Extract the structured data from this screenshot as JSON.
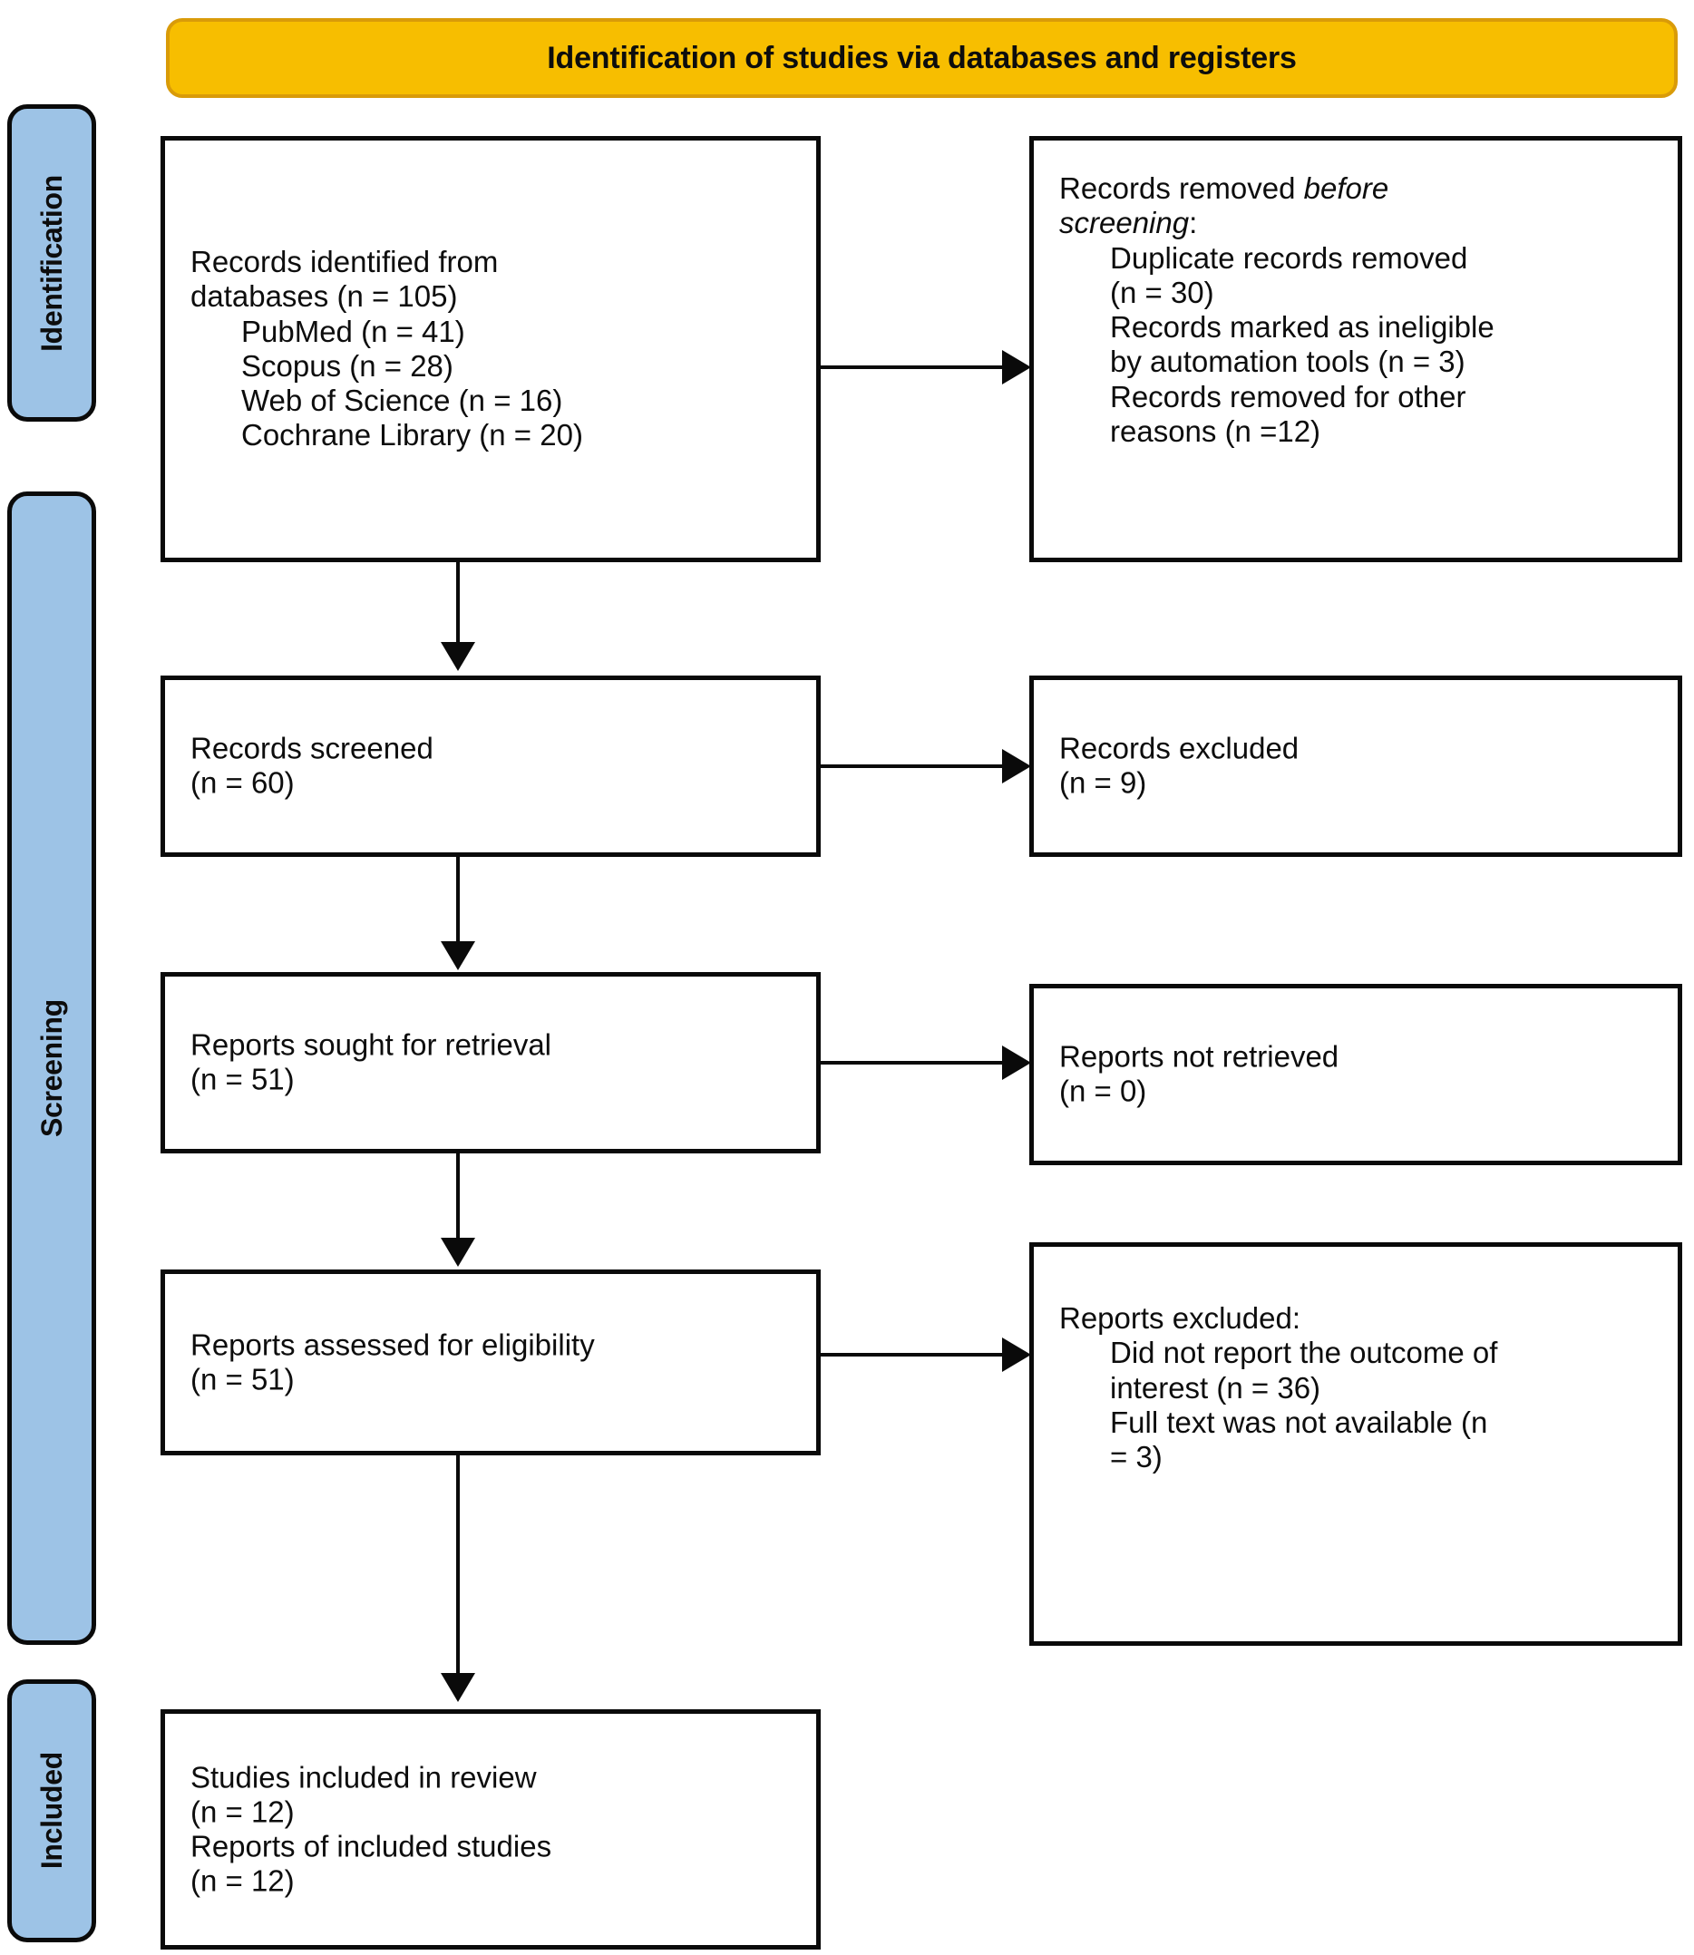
{
  "diagram": {
    "title": "Identification of studies via databases and registers",
    "type": "PRISMA flow diagram",
    "colors": {
      "banner_fill": "#F7BE00",
      "banner_border": "#D99B09",
      "phase_fill": "#9DC3E6",
      "box_border": "#0A0A0A",
      "box_fill": "#FFFFFF",
      "text": "#0D0D0D"
    }
  },
  "phases": [
    {
      "label": "Identification",
      "name": "identification"
    },
    {
      "label": "Screening",
      "name": "screening"
    },
    {
      "label": "Included",
      "name": "included"
    }
  ],
  "boxes": {
    "records_identified": {
      "lines": [
        {
          "text": "Records identified from",
          "indent": false
        },
        {
          "text": "databases (n = 105)",
          "indent": false
        },
        {
          "text": "PubMed (n = 41)",
          "indent": true
        },
        {
          "text": "Scopus (n = 28)",
          "indent": true
        },
        {
          "text": "Web of Science (n = 16)",
          "indent": true
        },
        {
          "text": "Cochrane Library (n = 20)",
          "indent": true
        }
      ]
    },
    "records_removed": {
      "heading_plain": "Records removed ",
      "heading_italic_1": "before",
      "heading_italic_2": "screening",
      "heading_colon": ":",
      "lines": [
        {
          "text": "Duplicate records removed",
          "indent": true
        },
        {
          "text": "(n = 30)",
          "indent": true
        },
        {
          "text": "Records marked as ineligible",
          "indent": true
        },
        {
          "text": "by automation tools (n = 3)",
          "indent": true
        },
        {
          "text": "Records removed for other",
          "indent": true
        },
        {
          "text": "reasons (n =12)",
          "indent": true
        }
      ]
    },
    "records_screened": {
      "lines": [
        {
          "text": "Records screened",
          "indent": false
        },
        {
          "text": "(n = 60)",
          "indent": false
        }
      ]
    },
    "records_excluded": {
      "lines": [
        {
          "text": "Records excluded",
          "indent": false
        },
        {
          "text": "(n = 9)",
          "indent": false
        }
      ]
    },
    "reports_sought": {
      "lines": [
        {
          "text": "Reports sought for retrieval",
          "indent": false
        },
        {
          "text": "(n = 51)",
          "indent": false
        }
      ]
    },
    "reports_not_retrieved": {
      "lines": [
        {
          "text": "Reports not retrieved",
          "indent": false
        },
        {
          "text": "(n = 0)",
          "indent": false
        }
      ]
    },
    "reports_assessed": {
      "lines": [
        {
          "text": "Reports assessed for eligibility",
          "indent": false
        },
        {
          "text": "(n = 51)",
          "indent": false
        }
      ]
    },
    "reports_excluded": {
      "lines": [
        {
          "text": "Reports excluded:",
          "indent": false
        },
        {
          "text": "Did not report the outcome of",
          "indent": true
        },
        {
          "text": "interest (n = 36)",
          "indent": true
        },
        {
          "text": "Full text was not available (n",
          "indent": true
        },
        {
          "text": "= 3)",
          "indent": true
        }
      ]
    },
    "studies_included": {
      "lines": [
        {
          "text": "Studies included in review",
          "indent": false
        },
        {
          "text": "(n = 12)",
          "indent": false
        },
        {
          "text": "Reports of included studies",
          "indent": false
        },
        {
          "text": "(n = 12)",
          "indent": false
        }
      ]
    }
  },
  "chart_data": {
    "type": "diagram",
    "title": "Identification of studies via databases and registers",
    "nodes": [
      {
        "id": "records_identified",
        "phase": "Identification",
        "label": "Records identified from databases",
        "n": 105,
        "sources": [
          {
            "name": "PubMed",
            "n": 41
          },
          {
            "name": "Scopus",
            "n": 28
          },
          {
            "name": "Web of Science",
            "n": 16
          },
          {
            "name": "Cochrane Library",
            "n": 20
          }
        ]
      },
      {
        "id": "records_removed",
        "phase": "Identification",
        "label": "Records removed before screening",
        "reasons": [
          {
            "name": "Duplicate records removed",
            "n": 30
          },
          {
            "name": "Records marked as ineligible by automation tools",
            "n": 3
          },
          {
            "name": "Records removed for other reasons",
            "n": 12
          }
        ]
      },
      {
        "id": "records_screened",
        "phase": "Screening",
        "label": "Records screened",
        "n": 60
      },
      {
        "id": "records_excluded",
        "phase": "Screening",
        "label": "Records excluded",
        "n": 9
      },
      {
        "id": "reports_sought",
        "phase": "Screening",
        "label": "Reports sought for retrieval",
        "n": 51
      },
      {
        "id": "reports_not_retrieved",
        "phase": "Screening",
        "label": "Reports not retrieved",
        "n": 0
      },
      {
        "id": "reports_assessed",
        "phase": "Screening",
        "label": "Reports assessed for eligibility",
        "n": 51
      },
      {
        "id": "reports_excluded",
        "phase": "Screening",
        "label": "Reports excluded",
        "reasons": [
          {
            "name": "Did not report the outcome of interest",
            "n": 36
          },
          {
            "name": "Full text was not available",
            "n": 3
          }
        ]
      },
      {
        "id": "studies_included",
        "phase": "Included",
        "label": "Studies included in review",
        "n": 12,
        "reports_of_included_studies": 12
      }
    ],
    "edges": [
      {
        "from": "records_identified",
        "to": "records_removed",
        "direction": "right"
      },
      {
        "from": "records_identified",
        "to": "records_screened",
        "direction": "down"
      },
      {
        "from": "records_screened",
        "to": "records_excluded",
        "direction": "right"
      },
      {
        "from": "records_screened",
        "to": "reports_sought",
        "direction": "down"
      },
      {
        "from": "reports_sought",
        "to": "reports_not_retrieved",
        "direction": "right"
      },
      {
        "from": "reports_sought",
        "to": "reports_assessed",
        "direction": "down"
      },
      {
        "from": "reports_assessed",
        "to": "reports_excluded",
        "direction": "right"
      },
      {
        "from": "reports_assessed",
        "to": "studies_included",
        "direction": "down"
      }
    ]
  }
}
